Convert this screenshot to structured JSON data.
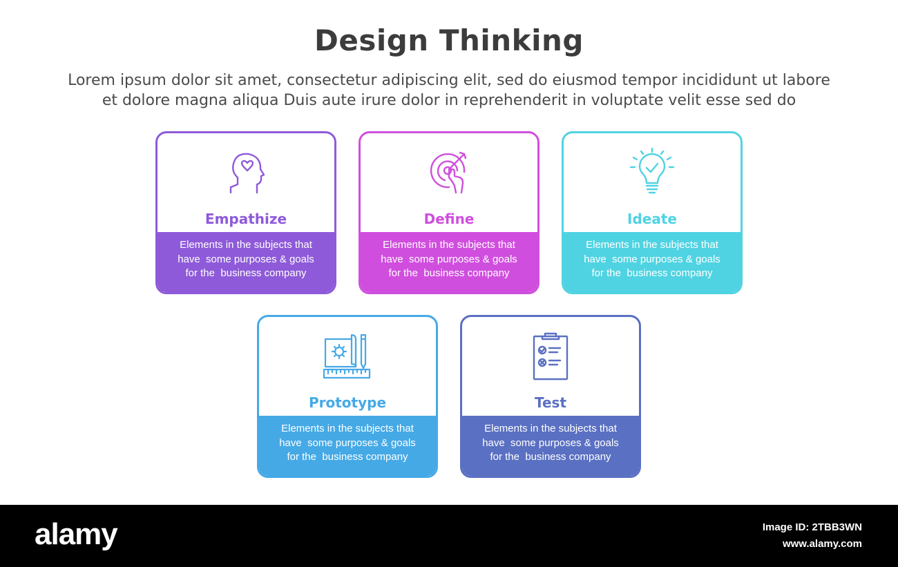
{
  "header": {
    "title": "Design Thinking",
    "subtitle_line1": "Lorem ipsum dolor sit amet, consectetur adipiscing elit, sed do eiusmod tempor incididunt ut labore",
    "subtitle_line2": "et dolore magna aliqua Duis aute irure dolor in reprehenderit in voluptate velit esse sed do"
  },
  "steps": [
    {
      "label": "Empathize",
      "color": "#8e5ad9",
      "icon": "head-heart-icon",
      "desc": [
        "Elements in the subjects that",
        "have  some purposes & goals",
        "for the  business company"
      ]
    },
    {
      "label": "Define",
      "color": "#d04ede",
      "icon": "target-hand-icon",
      "desc": [
        "Elements in the subjects that",
        "have  some purposes & goals",
        "for the  business company"
      ]
    },
    {
      "label": "Ideate",
      "color": "#4fd3e2",
      "icon": "lightbulb-check-icon",
      "desc": [
        "Elements in the subjects that",
        "have  some purposes & goals",
        "for the  business company"
      ]
    },
    {
      "label": "Prototype",
      "color": "#45a9e6",
      "icon": "blueprint-ruler-icon",
      "desc": [
        "Elements in the subjects that",
        "have  some purposes & goals",
        "for the  business company"
      ]
    },
    {
      "label": "Test",
      "color": "#5a70c2",
      "icon": "clipboard-checklist-icon",
      "desc": [
        "Elements in the subjects that",
        "have  some purposes & goals",
        "for the  business company"
      ]
    }
  ],
  "footer": {
    "logo": "alamy",
    "image_id": "Image ID: 2TBB3WN",
    "site": "www.alamy.com"
  }
}
